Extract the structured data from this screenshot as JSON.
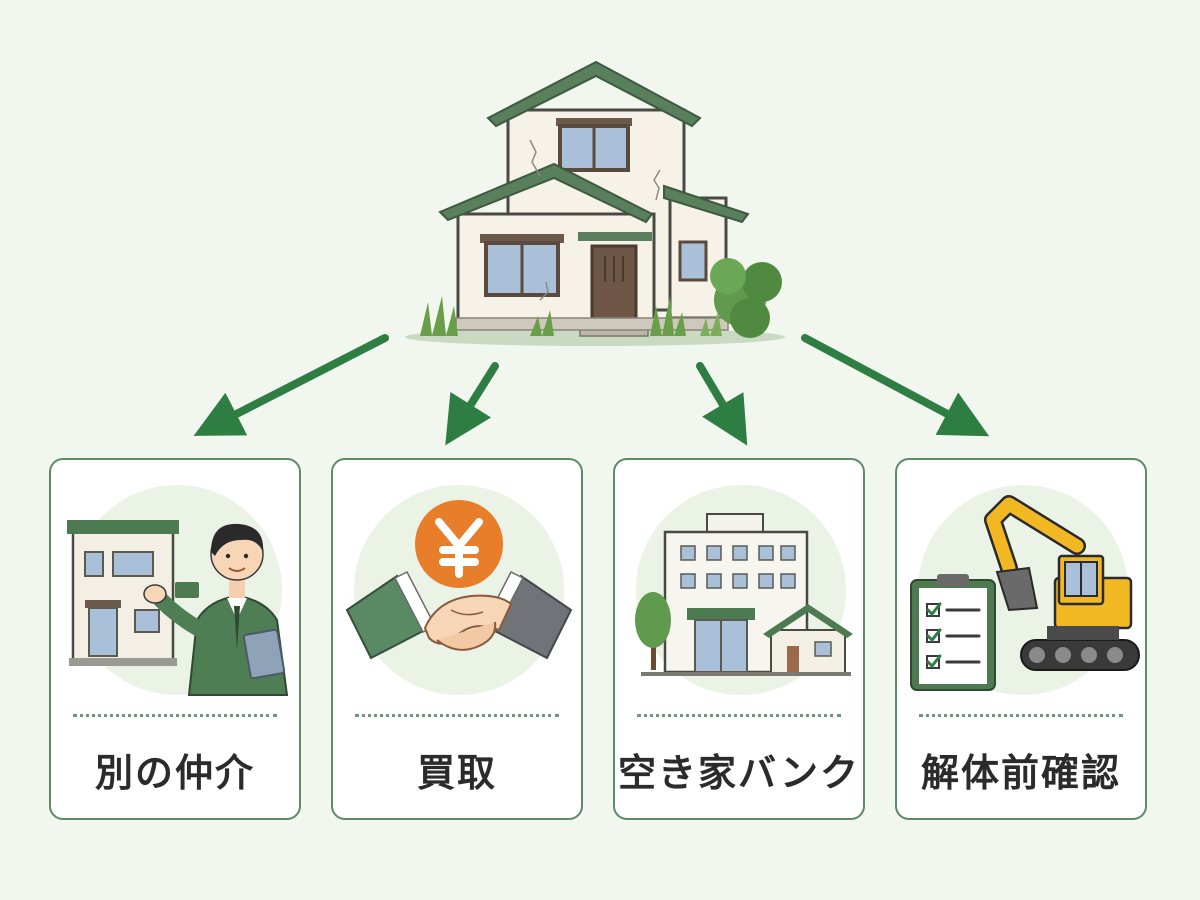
{
  "colors": {
    "background": "#f1f6ee",
    "accent_green": "#2e7d43",
    "card_border": "#5e8a68",
    "roof_green": "#5a7f5c",
    "yen_orange": "#e87d2a",
    "excavator_yellow": "#f2b824"
  },
  "center_icon": "old-house-icon",
  "options": [
    {
      "label": "別の仲介",
      "icon": "real-estate-agent-icon"
    },
    {
      "label": "買取",
      "icon": "yen-handshake-icon"
    },
    {
      "label": "空き家バンク",
      "icon": "municipal-building-icon"
    },
    {
      "label": "解体前確認",
      "icon": "checklist-excavator-icon"
    }
  ]
}
